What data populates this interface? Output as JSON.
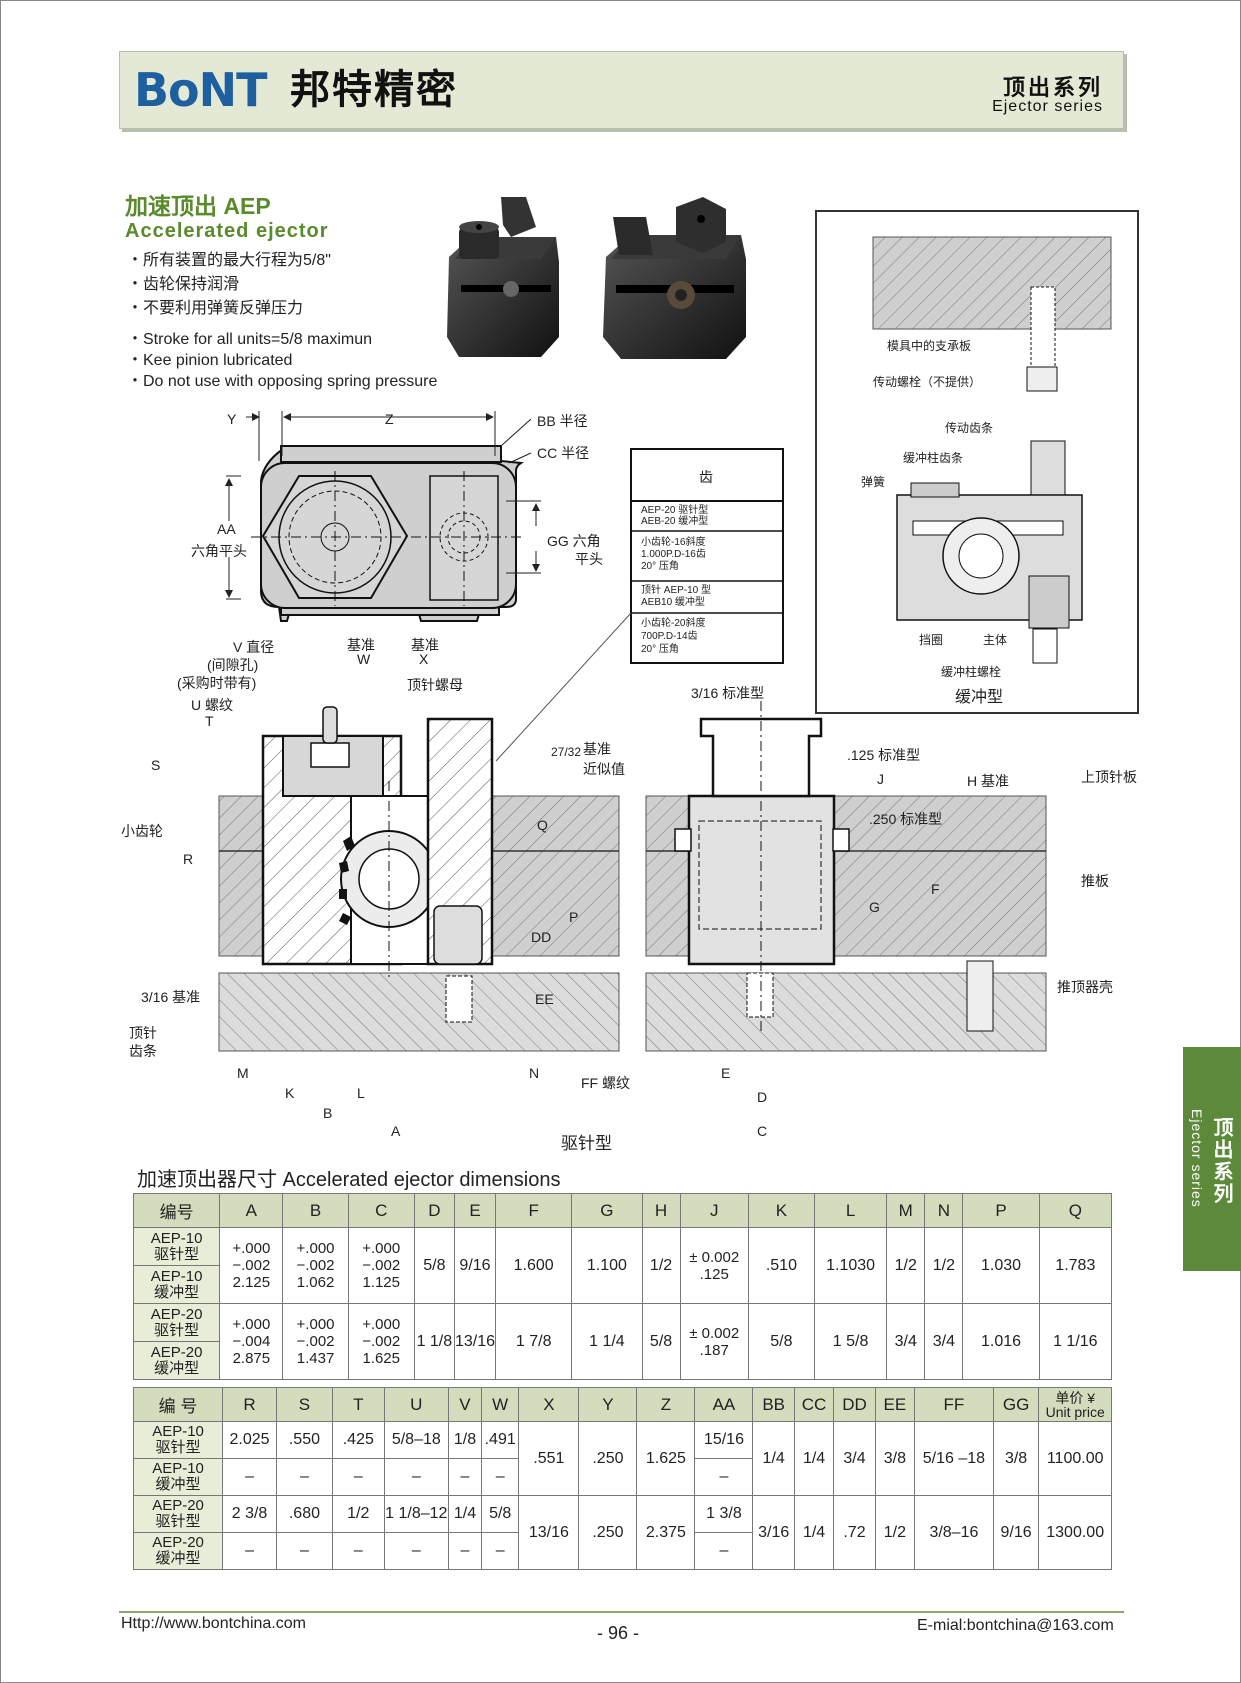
{
  "header": {
    "logo": "BoNT",
    "brand_cn": "邦特精密",
    "series_cn": "顶出系列",
    "series_en": "Ejector series"
  },
  "product": {
    "title_cn": "加速顶出 AEP",
    "title_en": "Accelerated ejector",
    "bullets_cn": [
      "・所有装置的最大行程为5/8\"",
      "・齿轮保持润滑",
      "・不要利用弹簧反弹压力"
    ],
    "bullets_en": [
      "・Stroke for all units=5/8 maximun",
      "・Kee pinion lubricated",
      "・Do not use with opposing spring pressure"
    ]
  },
  "gear_table": {
    "header": "齿",
    "rows": [
      [
        "AEP-20 驱针型",
        "AEB-20 缓冲型"
      ],
      [
        "小齿轮-16斜度",
        "1.000P.D-16齿",
        "20° 压角"
      ],
      [
        "顶针 AEP-10 型",
        "AEB10 缓冲型"
      ],
      [
        "小齿轮-20斜度",
        "700P.D-14齿",
        "20° 压角"
      ]
    ]
  },
  "drawing_labels": {
    "Y": "Y",
    "Z": "Z",
    "BB": "BB 半径",
    "CC": "CC 半径",
    "AA": "AA",
    "AA_cn": "六角平头",
    "GG": "GG 六角",
    "GG_cn": "平头",
    "V": "V 直径",
    "V_note1": "(间隙孔)",
    "V_note2": "(采购时带有)",
    "U": "U 螺纹",
    "T": "T",
    "datum_W": "基准",
    "W": "W",
    "datum_X": "基准",
    "X": "X",
    "ejector_nut": "顶针螺母",
    "S": "S",
    "pinion": "小齿轮",
    "R": "R",
    "frac_27_32": "27/32",
    "datum_approx1": "基准",
    "datum_approx2": "近似值",
    "Q": "Q",
    "P": "P",
    "DD": "DD",
    "EE": "EE",
    "datum_316": "3/16 基准",
    "rack1": "顶针",
    "rack2": "齿条",
    "M": "M",
    "K": "K",
    "L": "L",
    "B": "B",
    "A": "A",
    "N": "N",
    "FF": "FF 螺纹",
    "type_drive": "驱针型",
    "std_316": "3/16 标准型",
    "std_125": ".125 标准型",
    "J": "J",
    "std_250": ".250 标准型",
    "H": "H 基准",
    "G": "G",
    "F": "F",
    "E": "E",
    "D": "D",
    "C": "C",
    "top_plate": "上顶针板",
    "push_plate": "推板",
    "housing": "推顶器壳",
    "support_plate": "模具中的支承板",
    "drive_bolt": "传动螺栓（不提供）",
    "drive_rack": "传动齿条",
    "buffer_rack": "缓冲柱齿条",
    "spring": "弹簧",
    "retainer": "挡圈",
    "body": "主体",
    "buffer_bolt": "缓冲柱螺栓",
    "type_buffer": "缓冲型"
  },
  "side_tab": {
    "cn": "顶出系列",
    "en": "Ejector series"
  },
  "dimensions_title": "加速顶出器尺寸  Accelerated ejector dimensions",
  "table1": {
    "headers": [
      "编号",
      "A",
      "B",
      "C",
      "D",
      "E",
      "F",
      "G",
      "H",
      "J",
      "K",
      "L",
      "M",
      "N",
      "P",
      "Q"
    ],
    "models": [
      "AEP-10",
      "驱针型",
      "AEP-10",
      "缓冲型",
      "AEP-20",
      "驱针型",
      "AEP-20",
      "缓冲型"
    ],
    "row1": {
      "A": [
        "+.000",
        "−.002",
        "2.125"
      ],
      "B": [
        "+.000",
        "−.002",
        "1.062"
      ],
      "C": [
        "+.000",
        "−.002",
        "1.125"
      ],
      "D": "5/8",
      "E": "9/16",
      "F": "1.600",
      "G": "1.100",
      "H": "1/2",
      "J": [
        "± 0.002",
        ".125"
      ],
      "K": ".510",
      "L": "1.1030",
      "M": "1/2",
      "N": "1/2",
      "P": "1.030",
      "Q": "1.783"
    },
    "row2": {
      "A": [
        "+.000",
        "−.004",
        "2.875"
      ],
      "B": [
        "+.000",
        "−.002",
        "1.437"
      ],
      "C": [
        "+.000",
        "−.002",
        "1.625"
      ],
      "D": "1 1/8",
      "E": "13/16",
      "F": "1 7/8",
      "G": "1 1/4",
      "H": "5/8",
      "J": [
        "± 0.002",
        ".187"
      ],
      "K": "5/8",
      "L": "1 5/8",
      "M": "3/4",
      "N": "3/4",
      "P": "1.016",
      "Q": "1 1/16"
    }
  },
  "table2": {
    "headers": [
      "编 号",
      "R",
      "S",
      "T",
      "U",
      "V",
      "W",
      "X",
      "Y",
      "Z",
      "AA",
      "BB",
      "CC",
      "DD",
      "EE",
      "FF",
      "GG"
    ],
    "price_header": [
      "单价 ¥",
      "Unit price"
    ],
    "models": [
      "AEP-10",
      "驱针型",
      "AEP-10",
      "缓冲型",
      "AEP-20",
      "驱针型",
      "AEP-20",
      "缓冲型"
    ],
    "r1": {
      "R": "2.025",
      "S": ".550",
      "T": ".425",
      "U": "5/8–18",
      "V": "1/8",
      "W": ".491",
      "AA": "15/16"
    },
    "r2": {
      "R": "–",
      "S": "–",
      "T": "–",
      "U": "–",
      "V": "–",
      "W": "–",
      "AA": "–"
    },
    "g1": {
      "X": ".551",
      "Y": ".250",
      "Z": "1.625",
      "BB": "1/4",
      "CC": "1/4",
      "DD": "3/4",
      "EE": "3/8",
      "FF": "5/16 –18",
      "GG": "3/8",
      "price": "1100.00"
    },
    "r3": {
      "R": "2 3/8",
      "S": ".680",
      "T": "1/2",
      "U": "1 1/8–12",
      "V": "1/4",
      "W": "5/8",
      "AA": "1 3/8"
    },
    "r4": {
      "R": "–",
      "S": "–",
      "T": "–",
      "U": "–",
      "V": "–",
      "W": "–",
      "AA": "–"
    },
    "g2": {
      "X": "13/16",
      "Y": ".250",
      "Z": "2.375",
      "BB": "3/16",
      "CC": "1/4",
      "DD": ".72",
      "EE": "1/2",
      "FF": "3/8–16",
      "GG": "9/16",
      "price": "1300.00"
    }
  },
  "footer": {
    "url": "Http://www.bontchina.com",
    "page": "- 96 -",
    "email": "E-mial:bontchina@163.com"
  }
}
